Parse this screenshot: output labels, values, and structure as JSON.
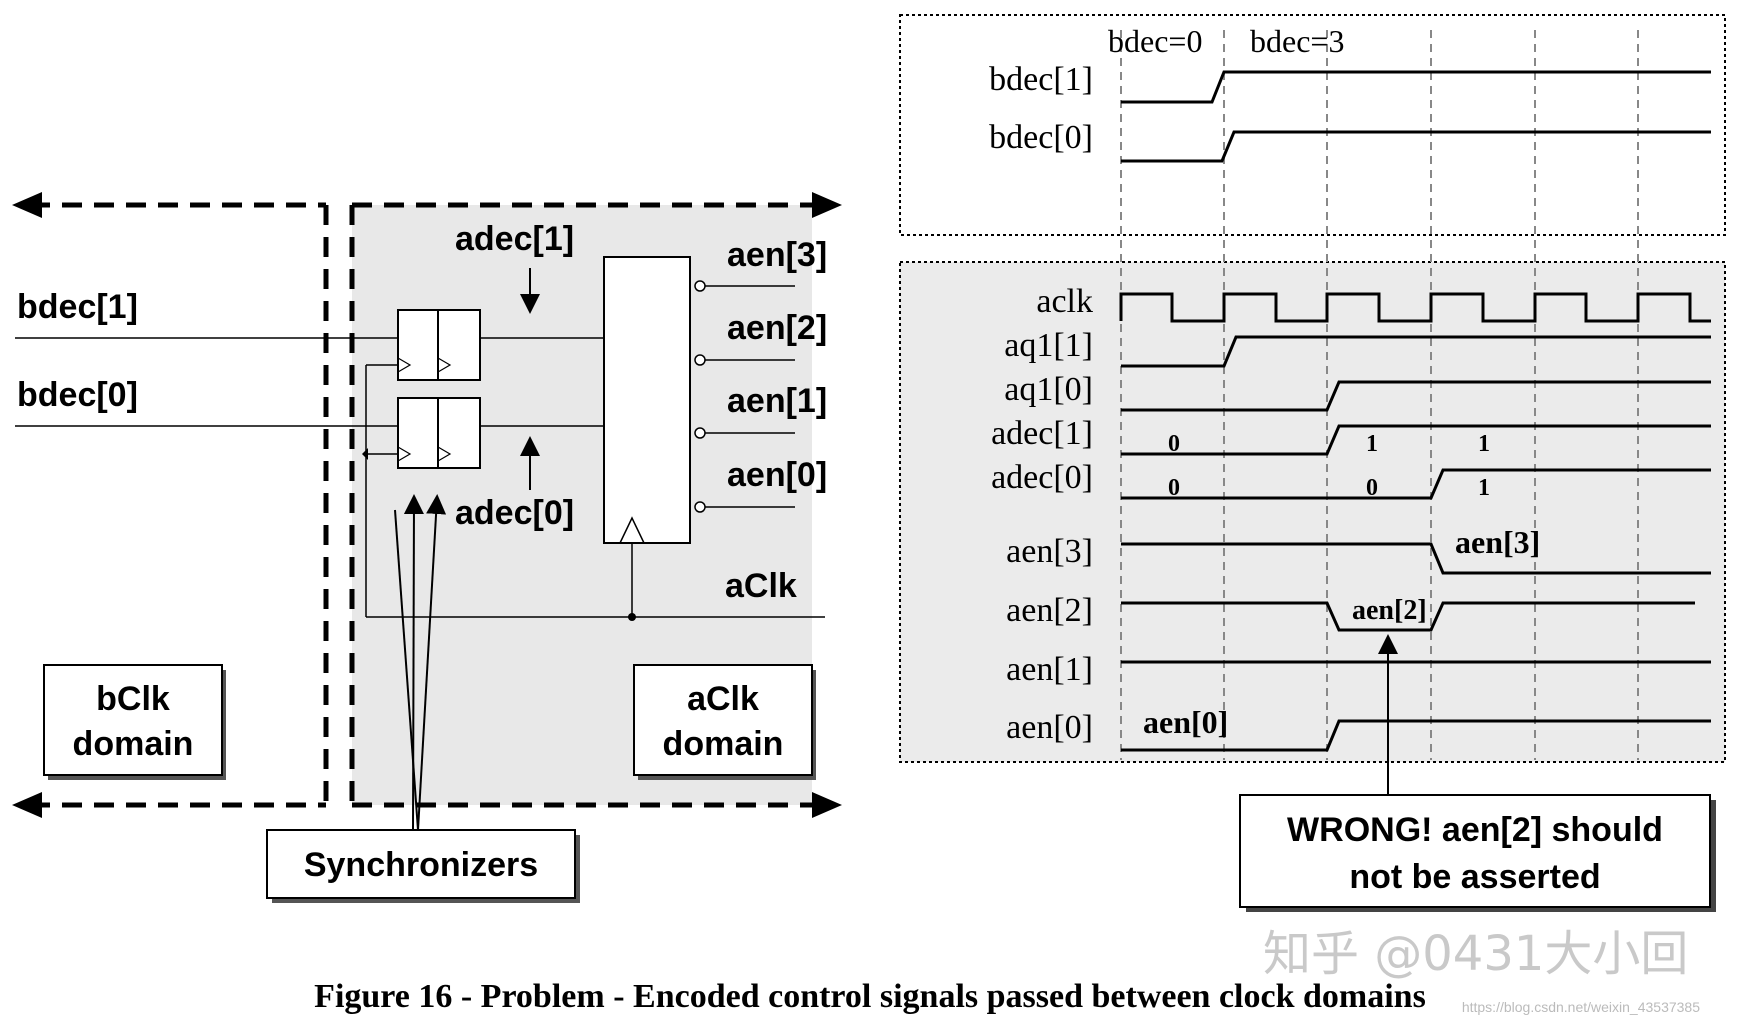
{
  "circuit": {
    "inputs": [
      "bdec[1]",
      "bdec[0]"
    ],
    "decoder_inputs": [
      "adec[1]",
      "adec[0]"
    ],
    "outputs": [
      "aen[3]",
      "aen[2]",
      "aen[1]",
      "aen[0]"
    ],
    "clock_label": "aClk",
    "b_domain": [
      "bClk",
      "domain"
    ],
    "a_domain": [
      "aClk",
      "domain"
    ],
    "sync_label": "Synchronizers"
  },
  "timing": {
    "top_markers": [
      "bdec=0",
      "bdec=3"
    ],
    "top_signals": [
      "bdec[1]",
      "bdec[0]"
    ],
    "signals": [
      "aclk",
      "aq1[1]",
      "aq1[0]",
      "adec[1]",
      "adec[0]",
      "aen[3]",
      "aen[2]",
      "aen[1]",
      "aen[0]"
    ],
    "adec1_values": [
      "0",
      "1",
      "1"
    ],
    "adec0_values": [
      "0",
      "0",
      "1"
    ],
    "pulse_labels": {
      "aen3": "aen[3]",
      "aen2": "aen[2]",
      "aen0": "aen[0]"
    },
    "callout": [
      "WRONG! aen[2] should",
      "not be asserted"
    ]
  },
  "caption": "Figure 16 - Problem - Encoded control signals passed between clock domains",
  "watermark": "知乎 @0431大小回",
  "watermark_url": "https://blog.csdn.net/weixin_43537385",
  "colors": {
    "domain_fill": "#e8e8e8",
    "grid": "#888888"
  }
}
